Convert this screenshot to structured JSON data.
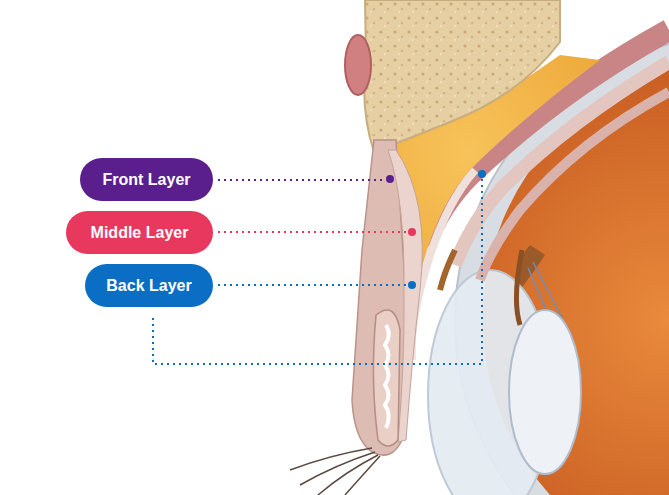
{
  "diagram": {
    "nodes": [
      {
        "text": [
          "Front Layer"
        ]
      },
      {
        "text": [
          "Middle Layer"
        ]
      },
      {
        "text": [
          "Back Layer"
        ]
      }
    ]
  }
}
